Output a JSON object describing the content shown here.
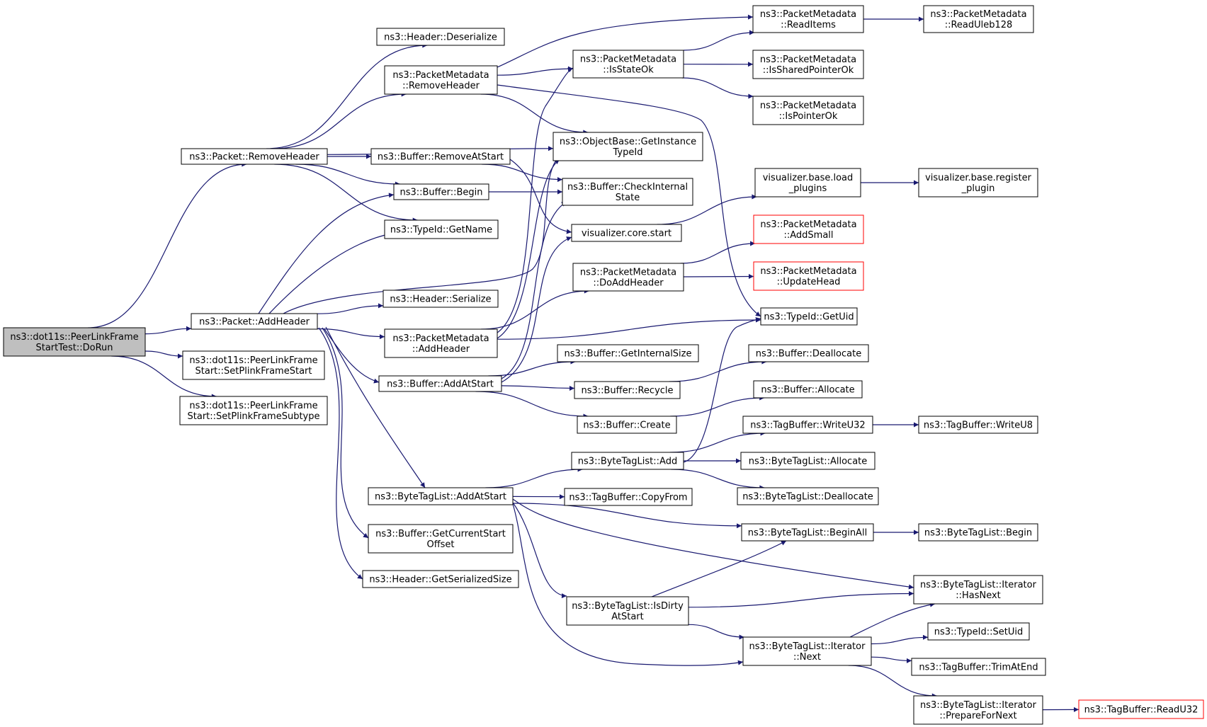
{
  "nodes": {
    "root": [
      "ns3::dot11s::PeerLinkFrame",
      "StartTest::DoRun"
    ],
    "removeHeader": [
      "ns3::Packet::RemoveHeader"
    ],
    "addHeader": [
      "ns3::Packet::AddHeader"
    ],
    "setPlinkFrameStart": [
      "ns3::dot11s::PeerLinkFrame",
      "Start::SetPlinkFrameStart"
    ],
    "setPlinkFrameSubtype": [
      "ns3::dot11s::PeerLinkFrame",
      "Start::SetPlinkFrameSubtype"
    ],
    "headerDeserialize": [
      "ns3::Header::Deserialize"
    ],
    "pmRemoveHeader": [
      "ns3::PacketMetadata",
      "::RemoveHeader"
    ],
    "bufRemoveAtStart": [
      "ns3::Buffer::RemoveAtStart"
    ],
    "bufBegin": [
      "ns3::Buffer::Begin"
    ],
    "typeIdGetName": [
      "ns3::TypeId::GetName"
    ],
    "headerSerialize": [
      "ns3::Header::Serialize"
    ],
    "pmAddHeader": [
      "ns3::PacketMetadata",
      "::AddHeader"
    ],
    "bufAddAtStart": [
      "ns3::Buffer::AddAtStart"
    ],
    "btlAddAtStart": [
      "ns3::ByteTagList::AddAtStart"
    ],
    "bufGetCurrentStartOffset": [
      "ns3::Buffer::GetCurrentStart",
      "Offset"
    ],
    "headerGetSerializedSize": [
      "ns3::Header::GetSerializedSize"
    ],
    "pmIsStateOk": [
      "ns3::PacketMetadata",
      "::IsStateOk"
    ],
    "obGetInstanceTypeId": [
      "ns3::ObjectBase::GetInstance",
      "TypeId"
    ],
    "bufCheckInternalState": [
      "ns3::Buffer::CheckInternal",
      "State"
    ],
    "vizCoreStart": [
      "visualizer.core.start"
    ],
    "pmDoAddHeader": [
      "ns3::PacketMetadata",
      "::DoAddHeader"
    ],
    "bufGetInternalSize": [
      "ns3::Buffer::GetInternalSize"
    ],
    "bufRecycle": [
      "ns3::Buffer::Recycle"
    ],
    "bufCreate": [
      "ns3::Buffer::Create"
    ],
    "btlAdd": [
      "ns3::ByteTagList::Add"
    ],
    "tbCopyFrom": [
      "ns3::TagBuffer::CopyFrom"
    ],
    "btlIsDirtyAtStart": [
      "ns3::ByteTagList::IsDirty",
      "AtStart"
    ],
    "pmReadItems": [
      "ns3::PacketMetadata",
      "::ReadItems"
    ],
    "pmIsSharedPointerOk": [
      "ns3::PacketMetadata",
      "::IsSharedPointerOk"
    ],
    "pmIsPointerOk": [
      "ns3::PacketMetadata",
      "::IsPointerOk"
    ],
    "vizLoadPlugins": [
      "visualizer.base.load",
      "_plugins"
    ],
    "pmAddSmall": [
      "ns3::PacketMetadata",
      "::AddSmall"
    ],
    "pmUpdateHead": [
      "ns3::PacketMetadata",
      "::UpdateHead"
    ],
    "typeIdGetUid": [
      "ns3::TypeId::GetUid"
    ],
    "bufDeallocate": [
      "ns3::Buffer::Deallocate"
    ],
    "bufAllocate": [
      "ns3::Buffer::Allocate"
    ],
    "tbWriteU32": [
      "ns3::TagBuffer::WriteU32"
    ],
    "btlAllocate": [
      "ns3::ByteTagList::Allocate"
    ],
    "btlDeallocate": [
      "ns3::ByteTagList::Deallocate"
    ],
    "btlBeginAll": [
      "ns3::ByteTagList::BeginAll"
    ],
    "btlIterNext": [
      "ns3::ByteTagList::Iterator",
      "::Next"
    ],
    "pmReadUleb128": [
      "ns3::PacketMetadata",
      "::ReadUleb128"
    ],
    "vizRegisterPlugin": [
      "visualizer.base.register",
      "_plugin"
    ],
    "tbWriteU8": [
      "ns3::TagBuffer::WriteU8"
    ],
    "btlBegin": [
      "ns3::ByteTagList::Begin"
    ],
    "btlIterHasNext": [
      "ns3::ByteTagList::Iterator",
      "::HasNext"
    ],
    "typeIdSetUid": [
      "ns3::TypeId::SetUid"
    ],
    "tbTrimAtEnd": [
      "ns3::TagBuffer::TrimAtEnd"
    ],
    "btlIterPrepareForNext": [
      "ns3::ByteTagList::Iterator",
      "::PrepareForNext"
    ],
    "tbReadU32": [
      "ns3::TagBuffer::ReadU32"
    ]
  },
  "truncated_nodes": [
    "pmAddSmall",
    "pmUpdateHead",
    "tbReadU32"
  ],
  "colors": {
    "edge": "#191970",
    "root_fill": "#bfbfbf",
    "node_border": "#000000",
    "truncated_border": "#ff0000"
  },
  "edges": [
    [
      "root",
      "removeHeader"
    ],
    [
      "root",
      "addHeader"
    ],
    [
      "root",
      "setPlinkFrameStart"
    ],
    [
      "root",
      "setPlinkFrameSubtype"
    ],
    [
      "removeHeader",
      "headerDeserialize"
    ],
    [
      "removeHeader",
      "pmRemoveHeader"
    ],
    [
      "removeHeader",
      "obGetInstanceTypeId"
    ],
    [
      "removeHeader",
      "bufRemoveAtStart"
    ],
    [
      "removeHeader",
      "bufBegin"
    ],
    [
      "removeHeader",
      "typeIdGetName"
    ],
    [
      "addHeader",
      "bufBegin"
    ],
    [
      "addHeader",
      "typeIdGetName"
    ],
    [
      "addHeader",
      "obGetInstanceTypeId"
    ],
    [
      "addHeader",
      "headerSerialize"
    ],
    [
      "addHeader",
      "pmAddHeader"
    ],
    [
      "addHeader",
      "bufAddAtStart"
    ],
    [
      "addHeader",
      "btlAddAtStart"
    ],
    [
      "addHeader",
      "bufGetCurrentStartOffset"
    ],
    [
      "addHeader",
      "headerGetSerializedSize"
    ],
    [
      "pmRemoveHeader",
      "pmIsStateOk"
    ],
    [
      "pmRemoveHeader",
      "pmReadItems"
    ],
    [
      "pmRemoveHeader",
      "obGetInstanceTypeId"
    ],
    [
      "pmRemoveHeader",
      "typeIdGetUid"
    ],
    [
      "bufRemoveAtStart",
      "bufCheckInternalState"
    ],
    [
      "bufRemoveAtStart",
      "vizCoreStart"
    ],
    [
      "bufBegin",
      "bufCheckInternalState"
    ],
    [
      "pmAddHeader",
      "pmIsStateOk"
    ],
    [
      "pmAddHeader",
      "obGetInstanceTypeId"
    ],
    [
      "pmAddHeader",
      "pmDoAddHeader"
    ],
    [
      "pmAddHeader",
      "typeIdGetUid"
    ],
    [
      "bufAddAtStart",
      "bufCheckInternalState"
    ],
    [
      "bufAddAtStart",
      "vizCoreStart"
    ],
    [
      "bufAddAtStart",
      "bufGetInternalSize"
    ],
    [
      "bufAddAtStart",
      "bufRecycle"
    ],
    [
      "bufAddAtStart",
      "bufCreate"
    ],
    [
      "btlAddAtStart",
      "btlAdd"
    ],
    [
      "btlAddAtStart",
      "tbCopyFrom"
    ],
    [
      "btlAddAtStart",
      "btlBeginAll"
    ],
    [
      "btlAddAtStart",
      "btlIterHasNext"
    ],
    [
      "btlAddAtStart",
      "btlIsDirtyAtStart"
    ],
    [
      "btlAddAtStart",
      "btlIterNext"
    ],
    [
      "pmIsStateOk",
      "pmReadItems"
    ],
    [
      "pmIsStateOk",
      "pmIsSharedPointerOk"
    ],
    [
      "pmIsStateOk",
      "pmIsPointerOk"
    ],
    [
      "pmReadItems",
      "pmReadUleb128"
    ],
    [
      "vizCoreStart",
      "vizLoadPlugins"
    ],
    [
      "vizLoadPlugins",
      "vizRegisterPlugin"
    ],
    [
      "pmDoAddHeader",
      "pmAddSmall"
    ],
    [
      "pmDoAddHeader",
      "pmUpdateHead"
    ],
    [
      "bufRecycle",
      "bufDeallocate"
    ],
    [
      "bufCreate",
      "bufAllocate"
    ],
    [
      "btlAdd",
      "tbWriteU32"
    ],
    [
      "btlAdd",
      "btlAllocate"
    ],
    [
      "btlAdd",
      "btlDeallocate"
    ],
    [
      "btlAdd",
      "typeIdGetUid"
    ],
    [
      "tbWriteU32",
      "tbWriteU8"
    ],
    [
      "btlBeginAll",
      "btlBegin"
    ],
    [
      "btlIsDirtyAtStart",
      "btlBeginAll"
    ],
    [
      "btlIsDirtyAtStart",
      "btlIterHasNext"
    ],
    [
      "btlIsDirtyAtStart",
      "btlIterNext"
    ],
    [
      "btlIterNext",
      "btlIterHasNext"
    ],
    [
      "btlIterNext",
      "typeIdSetUid"
    ],
    [
      "btlIterNext",
      "tbTrimAtEnd"
    ],
    [
      "btlIterNext",
      "btlIterPrepareForNext"
    ],
    [
      "btlIterPrepareForNext",
      "tbReadU32"
    ]
  ]
}
